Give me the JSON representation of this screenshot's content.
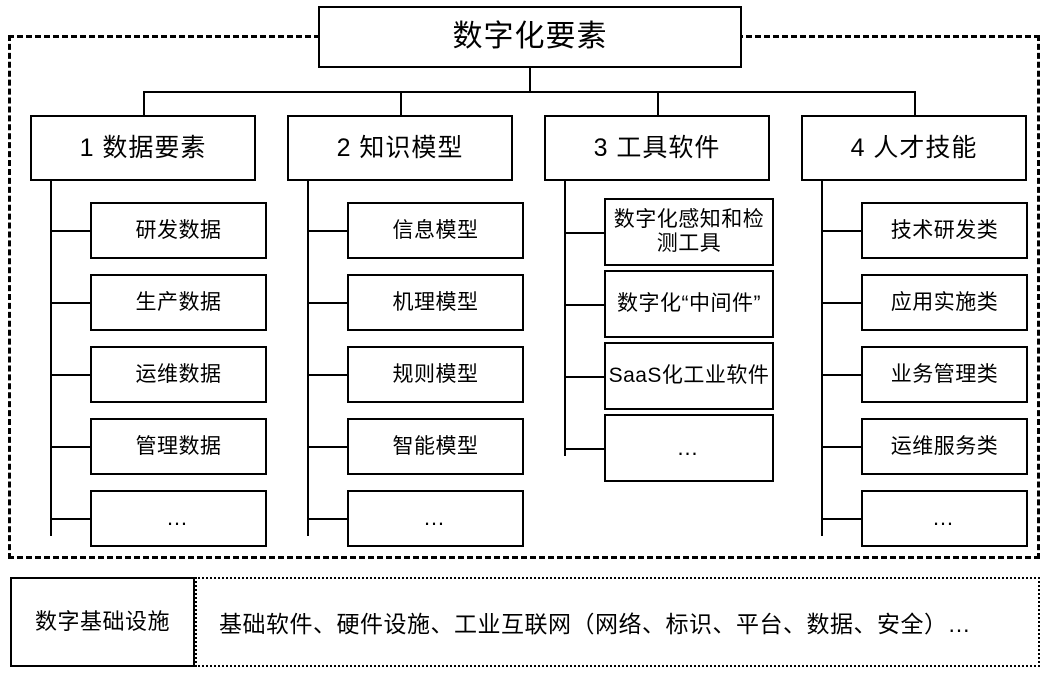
{
  "diagram": {
    "root": {
      "label": "数字化要素"
    },
    "pillars": [
      {
        "label": "1 数据要素",
        "items": [
          {
            "label": "研发数据"
          },
          {
            "label": "生产数据"
          },
          {
            "label": "运维数据"
          },
          {
            "label": "管理数据"
          },
          {
            "label": "…"
          }
        ]
      },
      {
        "label": "2 知识模型",
        "items": [
          {
            "label": "信息模型"
          },
          {
            "label": "机理模型"
          },
          {
            "label": "规则模型"
          },
          {
            "label": "智能模型"
          },
          {
            "label": "…"
          }
        ]
      },
      {
        "label": "3 工具软件",
        "items": [
          {
            "label": "数字化感知和检测工具"
          },
          {
            "label": "数字化“中间件”"
          },
          {
            "label": "SaaS化工业软件"
          },
          {
            "label": "…"
          }
        ]
      },
      {
        "label": "4 人才技能",
        "items": [
          {
            "label": "技术研发类"
          },
          {
            "label": "应用实施类"
          },
          {
            "label": "业务管理类"
          },
          {
            "label": "运维服务类"
          },
          {
            "label": "…"
          }
        ]
      }
    ],
    "infrastructure": {
      "label": "数字基础设施",
      "description": "基础软件、硬件设施、工业互联网（网络、标识、平台、数据、安全）…"
    },
    "colors": {
      "line": "#000000",
      "background": "#ffffff",
      "text": "#000000"
    }
  }
}
